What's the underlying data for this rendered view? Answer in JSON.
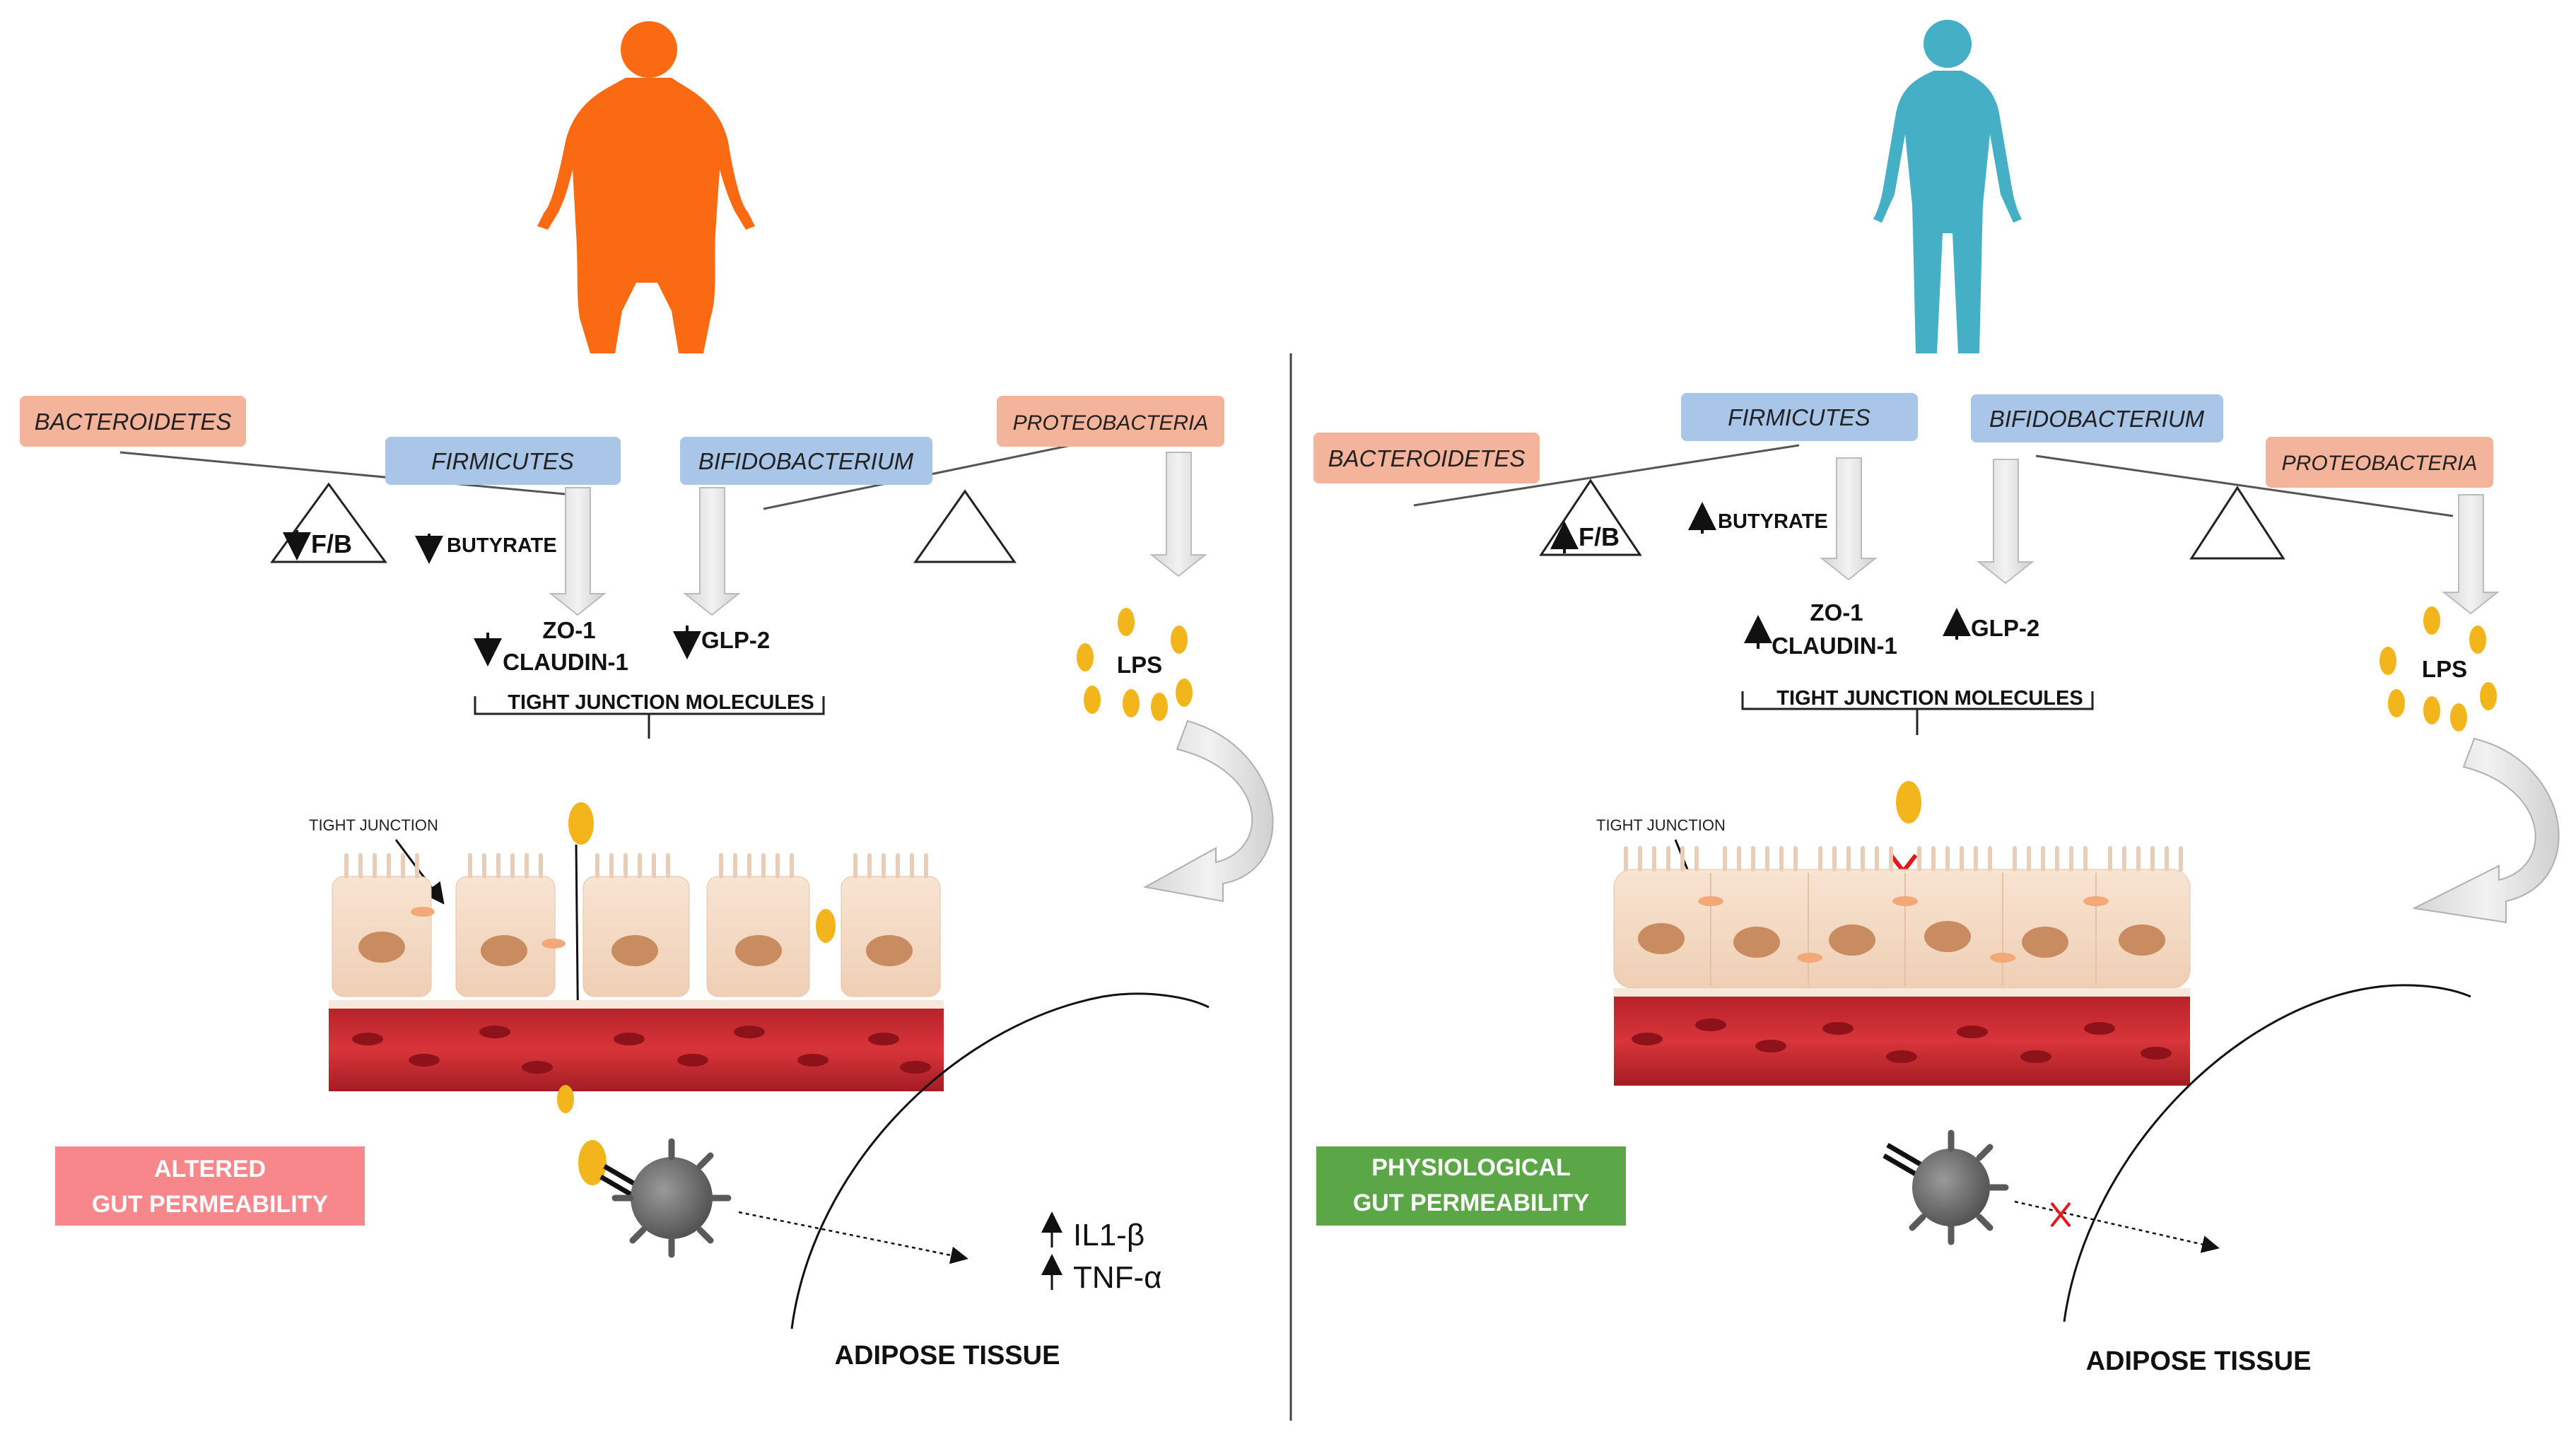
{
  "left_panel": {
    "bacteria": {
      "bacteroidetes": "BACTEROIDETES",
      "firmicutes": "FIRMICUTES",
      "bifidobacterium": "BIFIDOBACTERIUM",
      "proteobacteria": "PROTEOBACTERIA"
    },
    "fb_ratio": "F/B",
    "butyrate": "BUTYRATE",
    "zo1": "ZO-1",
    "claudin": "CLAUDIN-1",
    "glp2": "GLP-2",
    "lps": "LPS",
    "tight_junction_molecules": "TIGHT JUNCTION MOLECULES",
    "tight_junction": "TIGHT JUNCTION",
    "status_line1": "ALTERED",
    "status_line2": "GUT PERMEABILITY",
    "il1b": "IL1-β",
    "tnfa": "TNF-α",
    "adipose": "ADIPOSE TISSUE"
  },
  "right_panel": {
    "bacteria": {
      "bacteroidetes": "BACTEROIDETES",
      "firmicutes": "FIRMICUTES",
      "bifidobacterium": "BIFIDOBACTERIUM",
      "proteobacteria": "PROTEOBACTERIA"
    },
    "fb_ratio": "F/B",
    "butyrate": "BUTYRATE",
    "zo1": "ZO-1",
    "claudin": "CLAUDIN-1",
    "glp2": "GLP-2",
    "lps": "LPS",
    "tight_junction_molecules": "TIGHT JUNCTION MOLECULES",
    "tight_junction": "TIGHT JUNCTION",
    "status_line1": "PHYSIOLOGICAL",
    "status_line2": "GUT PERMEABILITY",
    "adipose": "ADIPOSE TISSUE"
  },
  "colors": {
    "obese_figure": "#F96A12",
    "lean_figure": "#45AFC6",
    "bacteroidetes_box": "#F4B39B",
    "firmicutes_box": "#A9C5E8",
    "altered_box": "#F8878C",
    "physiological_box": "#5BA646",
    "lps_yellow": "#F2B61C",
    "vessel_red": "#C8272E",
    "cell_fill": "#F5D9C3",
    "nucleus": "#C98B60",
    "junction": "#F2A877",
    "cross_red": "#E01A1A"
  }
}
